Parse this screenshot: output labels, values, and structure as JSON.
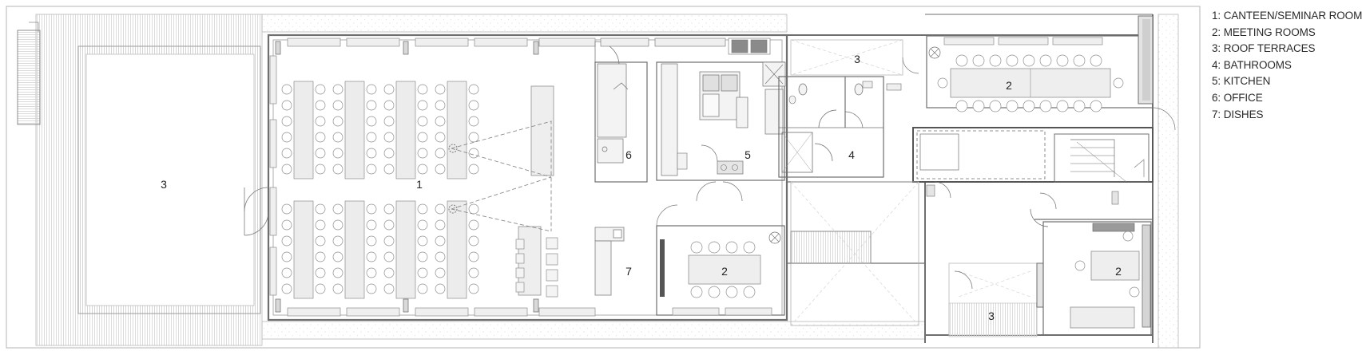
{
  "legend": {
    "items": [
      "1: CANTEEN/SEMINAR ROOM",
      "2: MEETING ROOMS",
      "3: ROOF TERRACES",
      "4: BATHROOMS",
      "5: KITCHEN",
      "6: OFFICE",
      "7: DISHES"
    ]
  },
  "rooms": {
    "terrace_west": "3",
    "canteen": "1",
    "office": "6",
    "kitchen": "5",
    "bathrooms": "4",
    "terrace_north": "3",
    "meeting_north": "2",
    "dishes": "7",
    "meeting_center": "2",
    "terrace_south": "3",
    "meeting_east": "2"
  },
  "colors": {
    "wall": "#6f6f6f",
    "thin_line": "#9a9a9a",
    "furniture_fill": "#ececec",
    "terrace_stripe": "#cfcfcf",
    "dashed": "#8a8a8a"
  }
}
